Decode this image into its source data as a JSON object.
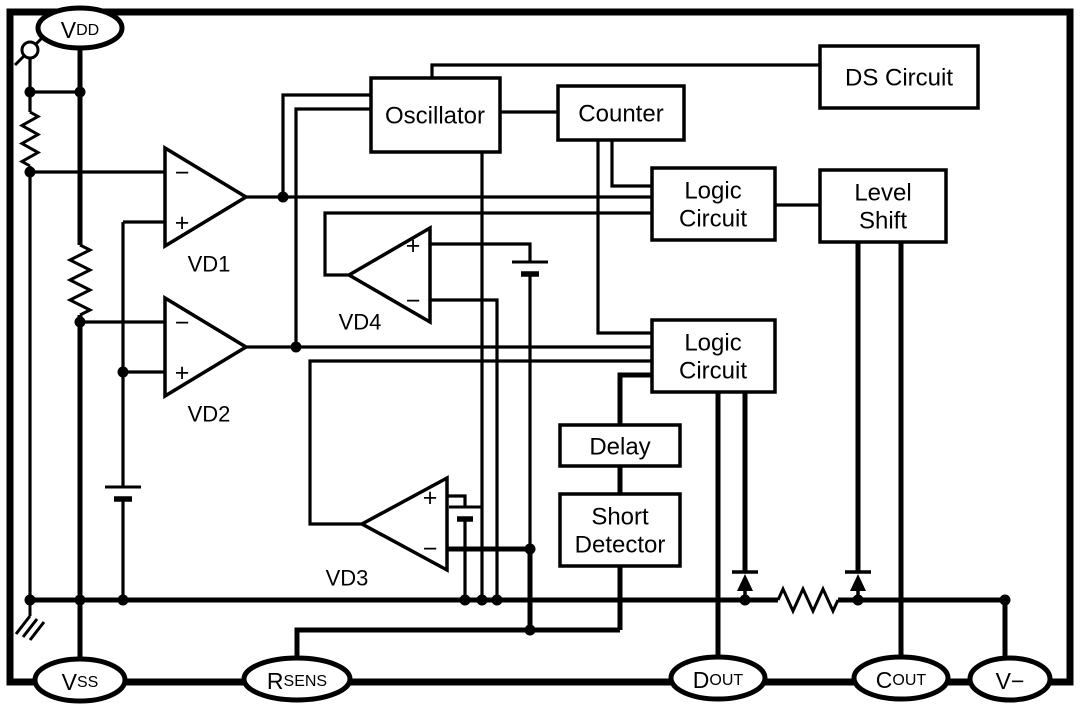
{
  "diagram": {
    "background": "#ffffff",
    "line_color": "#000000",
    "pins": {
      "vdd": {
        "main": "V",
        "sub": "DD"
      },
      "vss": {
        "main": "V",
        "sub": "SS"
      },
      "rsens": {
        "main": "R",
        "sub": "SENS"
      },
      "dout": {
        "main": "D",
        "sub": "OUT"
      },
      "cout": {
        "main": "C",
        "sub": "OUT"
      },
      "vminus": {
        "main": "V−",
        "sub": ""
      }
    },
    "blocks": {
      "oscillator": {
        "line1": "Oscillator",
        "line2": ""
      },
      "counter": {
        "line1": "Counter",
        "line2": ""
      },
      "ds_circuit": {
        "line1": "DS Circuit",
        "line2": ""
      },
      "logic_upper": {
        "line1": "Logic",
        "line2": "Circuit"
      },
      "level_shift": {
        "line1": "Level",
        "line2": "Shift"
      },
      "logic_lower": {
        "line1": "Logic",
        "line2": "Circuit"
      },
      "delay": {
        "line1": "Delay",
        "line2": ""
      },
      "short_detector": {
        "line1": "Short",
        "line2": "Detector"
      }
    },
    "comparators": {
      "vd1": {
        "label": "VD1",
        "top": "−",
        "bottom": "+"
      },
      "vd2": {
        "label": "VD2",
        "top": "−",
        "bottom": "+"
      },
      "vd3": {
        "label": "VD3",
        "top": "+",
        "bottom": "−"
      },
      "vd4": {
        "label": "VD4",
        "top": "+",
        "bottom": "−"
      }
    }
  }
}
